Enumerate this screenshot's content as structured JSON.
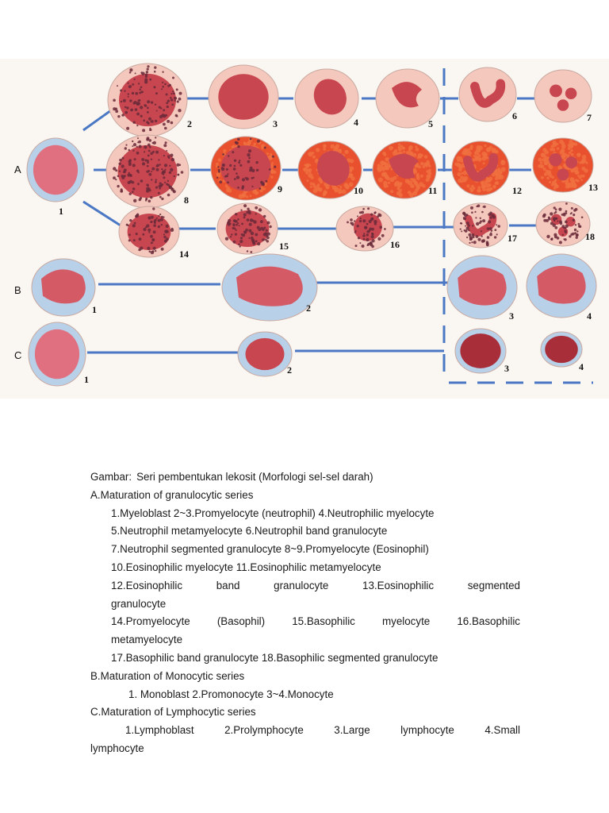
{
  "figure": {
    "row_labels": [
      "A",
      "B",
      "C"
    ],
    "cell_numbers": {
      "a": [
        "1",
        "2",
        "3",
        "4",
        "5",
        "6",
        "7",
        "8",
        "9",
        "10",
        "11",
        "12",
        "13",
        "14",
        "15",
        "16",
        "17",
        "18"
      ],
      "b": [
        "1",
        "2",
        "3",
        "4"
      ],
      "c": [
        "1",
        "2",
        "3",
        "4"
      ]
    },
    "colors": {
      "nucleus": "#c8464f",
      "nucleus_dark": "#a82e3a",
      "cytoplasm_pink": "#f4c8bc",
      "cytoplasm_blue": "#b8d0e8",
      "eos_granule": "#e8502e",
      "baso_granule": "#6a2a3a",
      "line": "#4a78c4"
    }
  },
  "caption": {
    "title_label": "Gambar:",
    "title_text": "Seri pembentukan lekosit (Morfologi sel-sel darah)",
    "section_a": "A.Maturation of granulocytic series",
    "a_lines": [
      "1.Myeloblast   2~3.Promyelocyte (neutrophil)  4.Neutrophilic myelocyte",
      "5.Neutrophil metamyelocyte  6.Neutrophil band granulocyte",
      "7.Neutrophil segmented granulocyte  8~9.Promyelocyte (Eosinophil)",
      "10.Eosinophilic myelocyte  11.Eosinophilic metamyelocyte",
      "12.Eosinophilic band granulocyte 13.Eosinophilic segmented",
      "granulocyte",
      "14.Promyelocyte (Basophil) 15.Basophilic myelocyte 16.Basophilic",
      "metamyelocyte",
      "17.Basophilic band granulocyte  18.Basophilic segmented granulocyte"
    ],
    "section_b": "B.Maturation of Monocytic series",
    "b_line": "1. Monoblast  2.Promonocyte  3~4.Monocyte",
    "section_c": "C.Maturation of Lymphocytic series",
    "c_line": "1.Lymphoblast 2.Prolymphocyte 3.Large lymphocyte 4.Small",
    "c_line_cont": "lymphocyte"
  }
}
